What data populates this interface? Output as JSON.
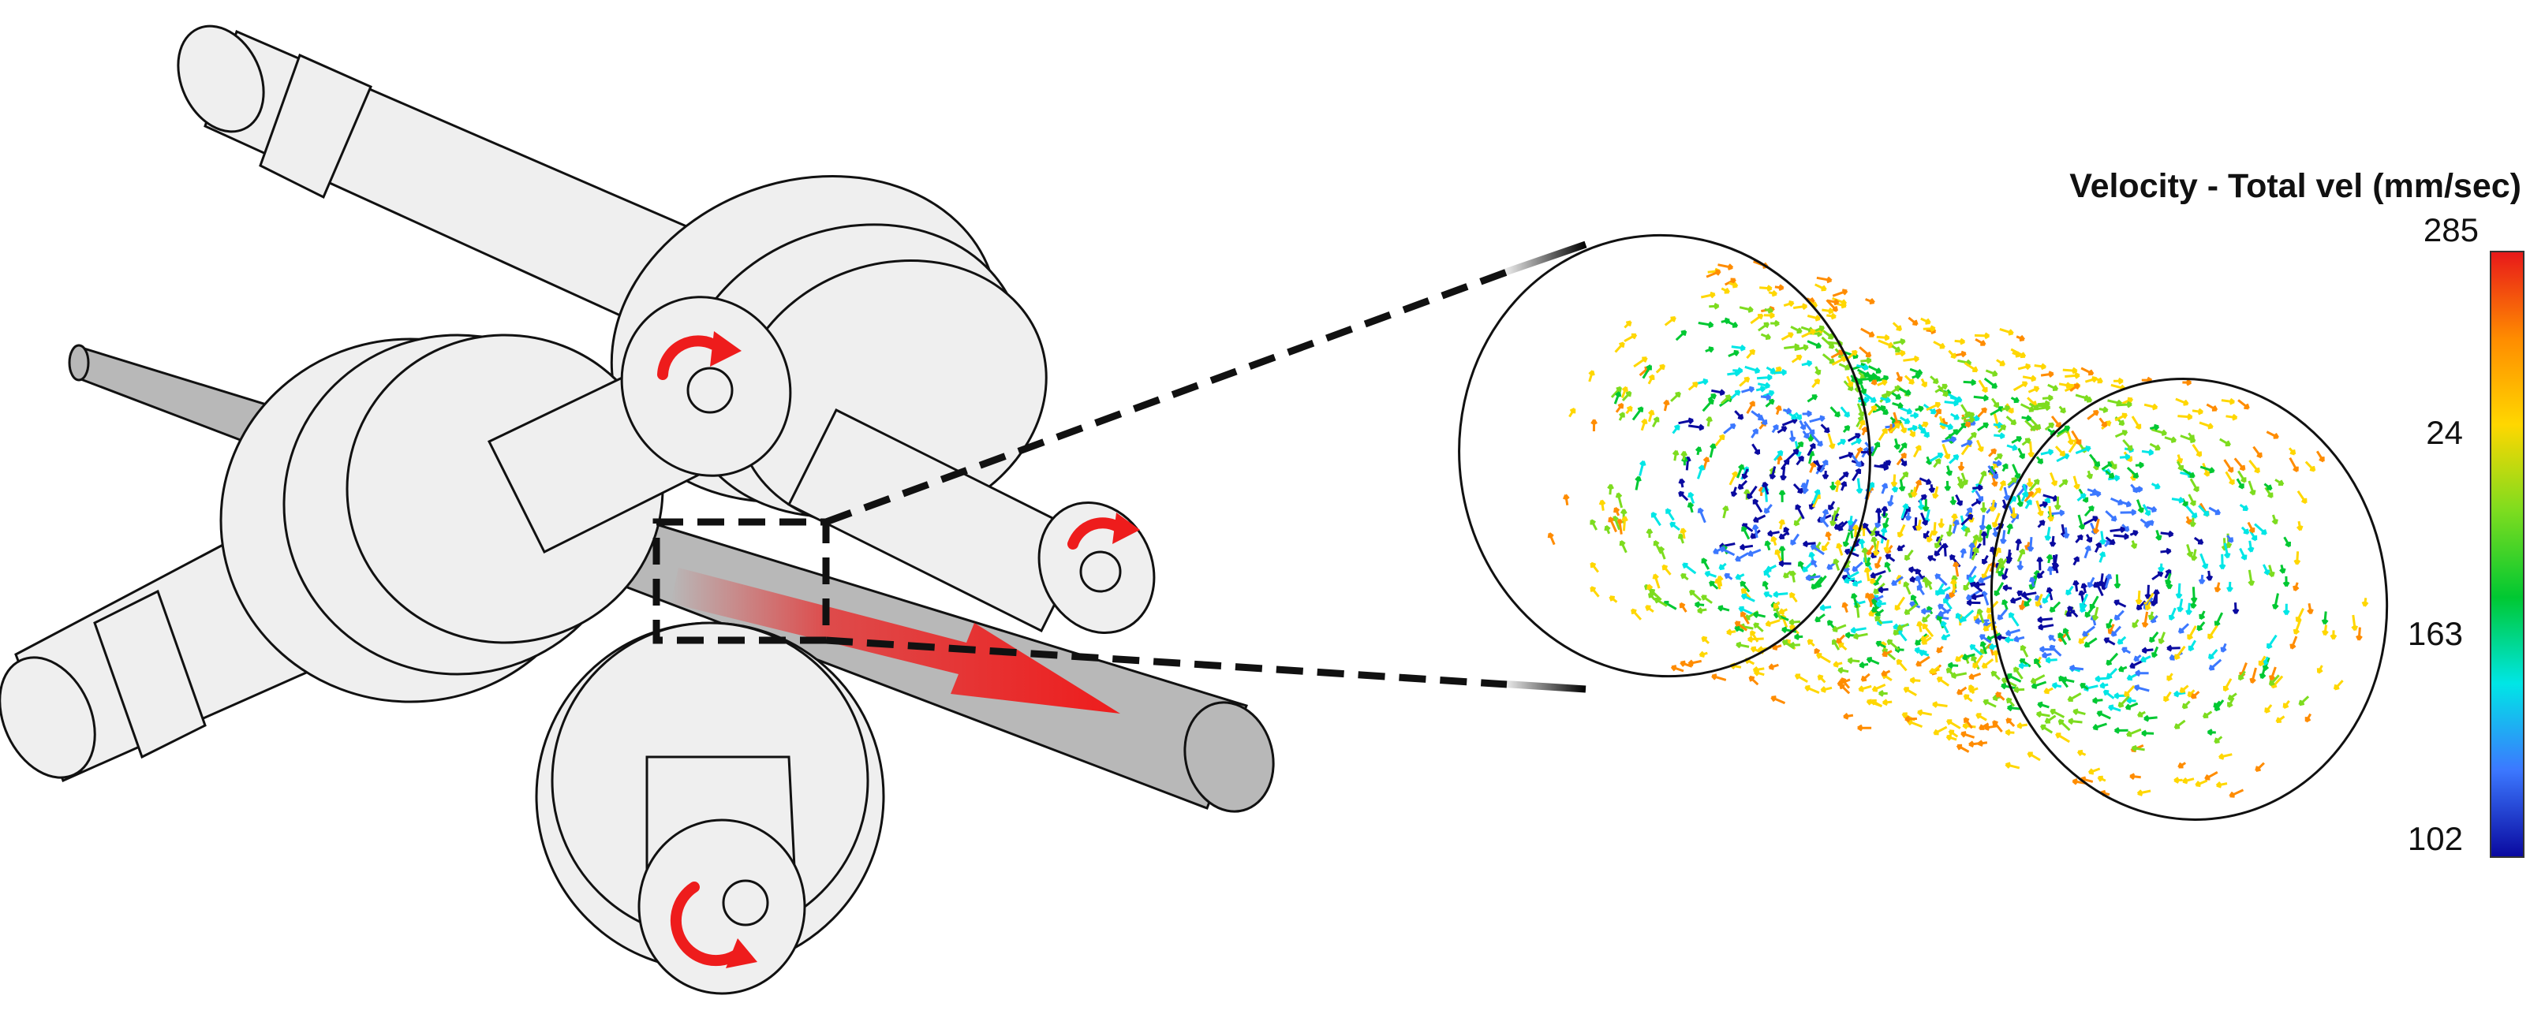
{
  "colorbar": {
    "title": "Velocity - Total vel (mm/sec)",
    "ticks": [
      "285",
      "24",
      "163",
      "102"
    ],
    "colors": [
      "#e8191a",
      "#ff8c00",
      "#ffd700",
      "#7ddc1f",
      "#00c832",
      "#00e6e6",
      "#3c78ff",
      "#0a0aa0"
    ]
  },
  "colors": {
    "roll_fill": "#efefef",
    "rod_fill": "#b8b8b8",
    "arrow_red": "#ee1c1c",
    "outline": "#111111"
  },
  "icons": [
    "rotation-arrow-icon",
    "feed-direction-arrow-icon"
  ]
}
